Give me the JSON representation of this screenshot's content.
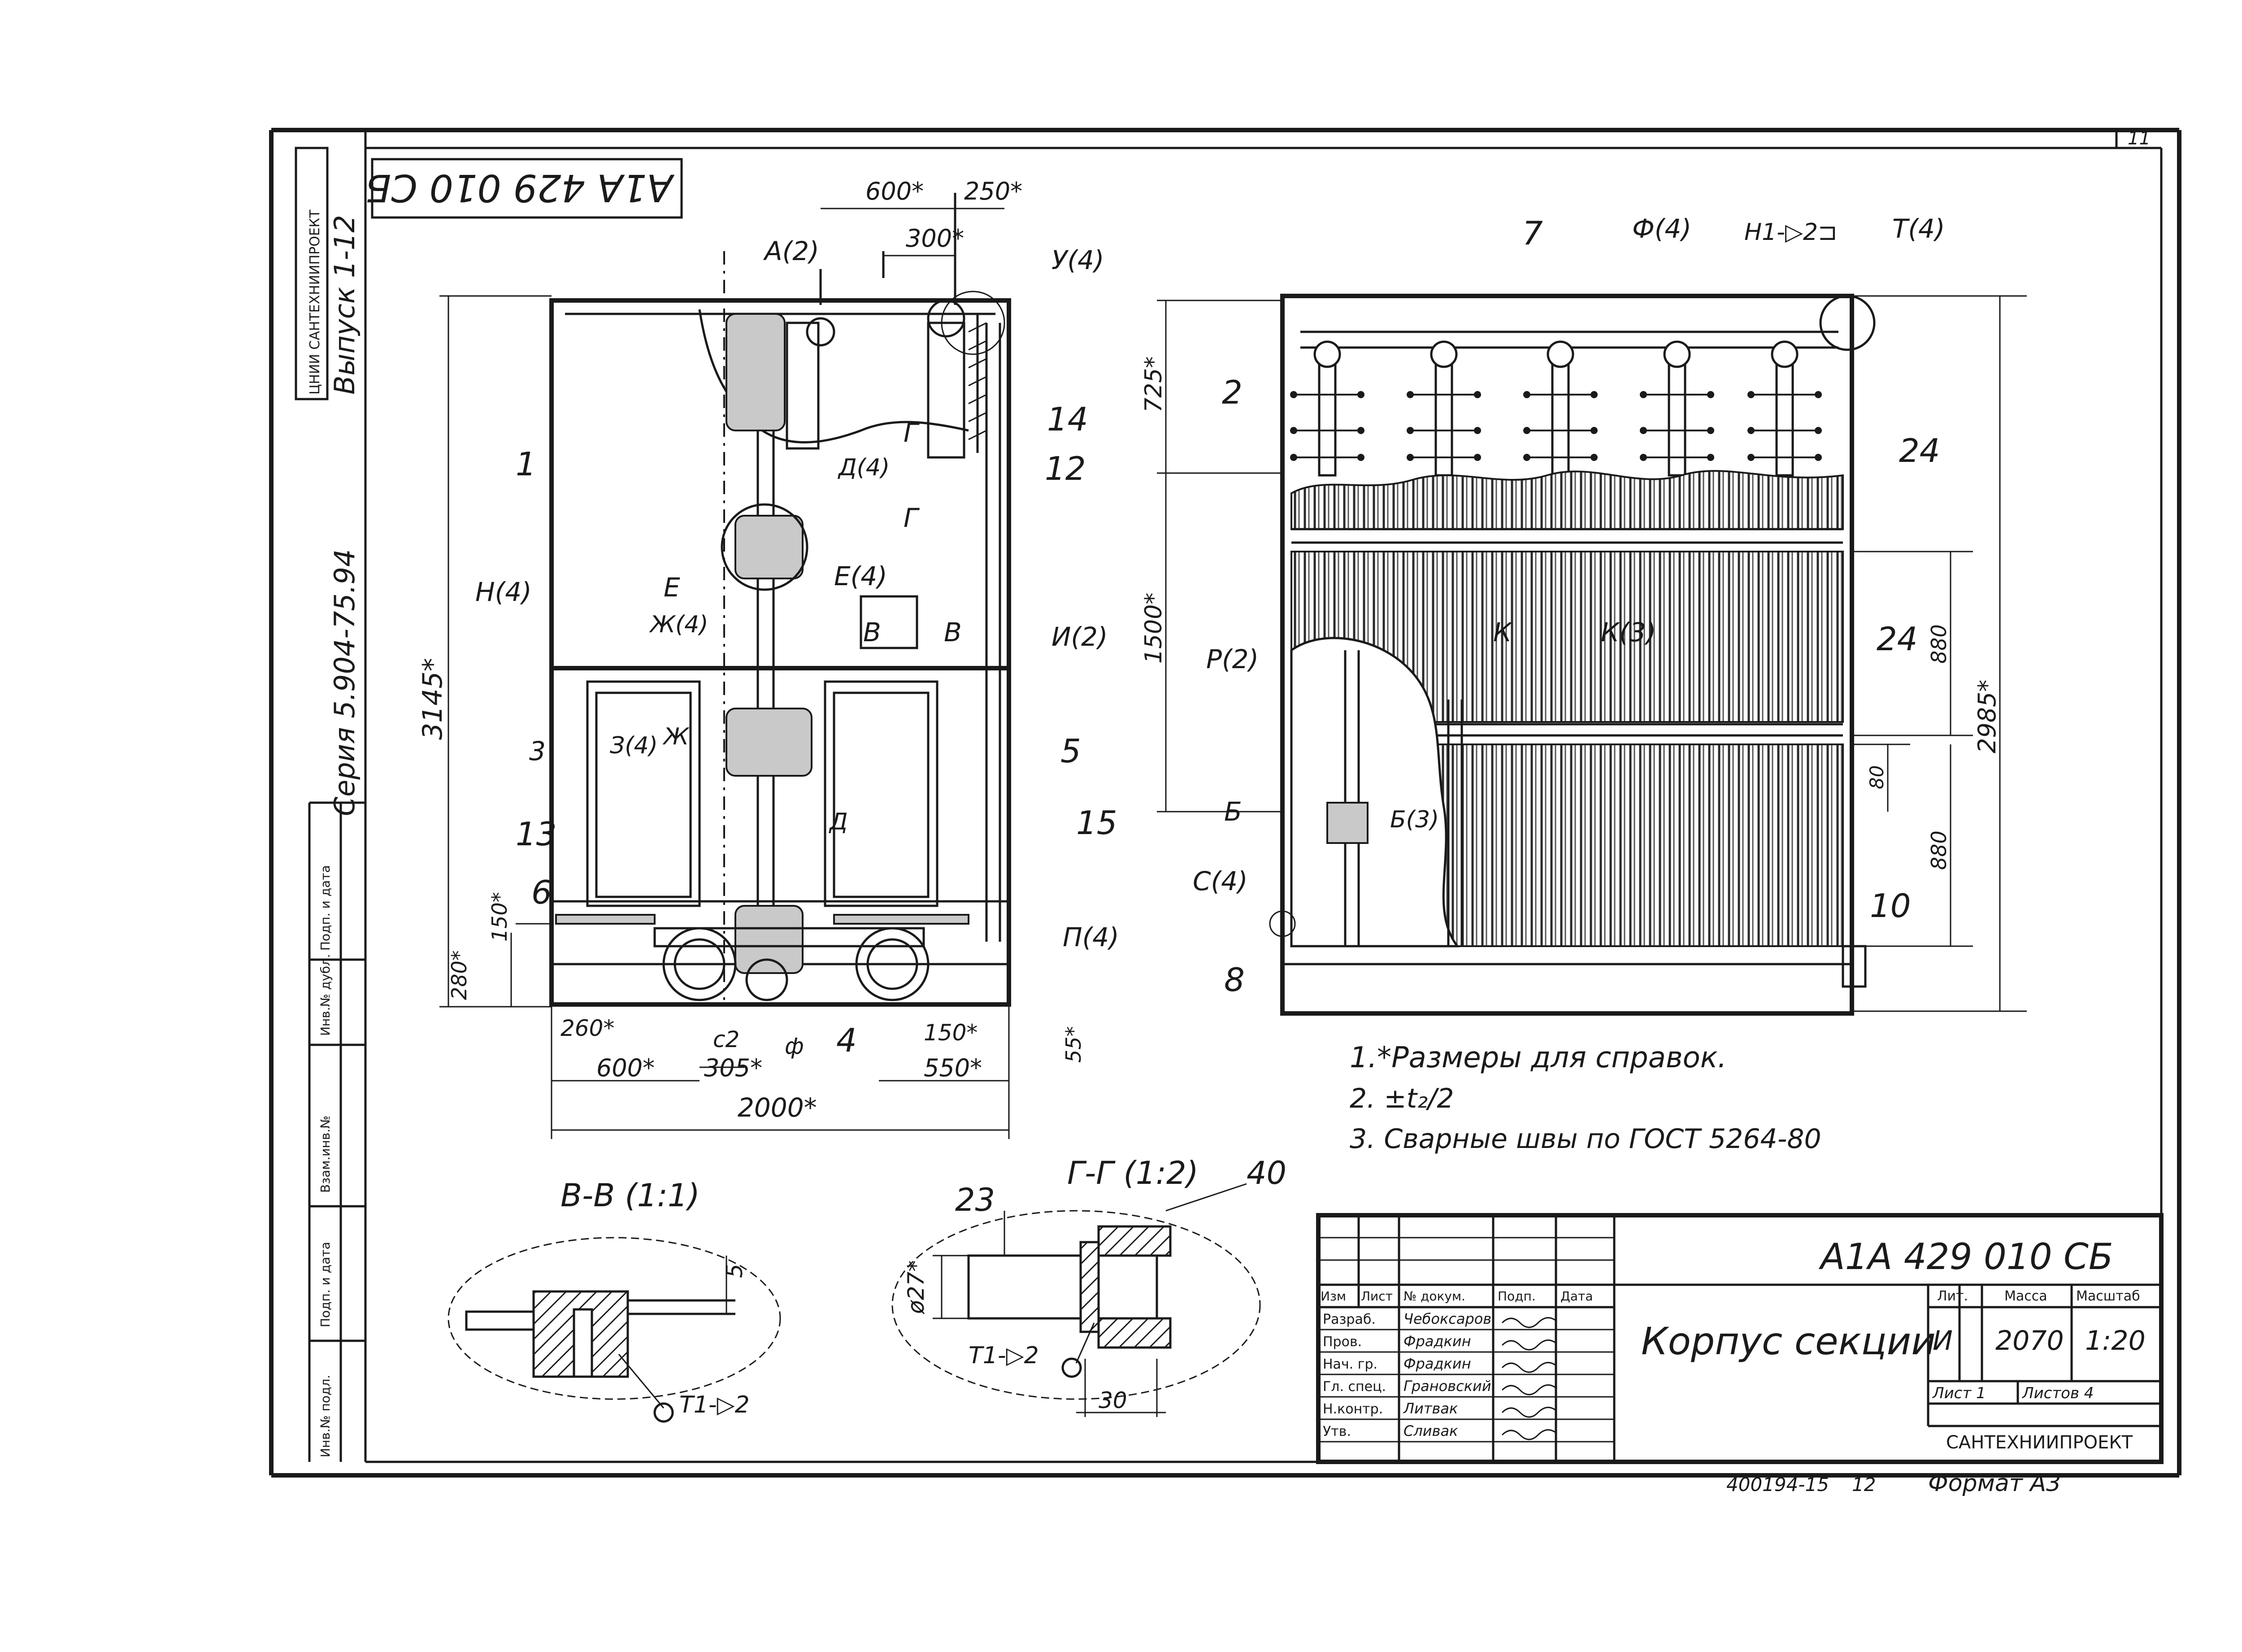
{
  "sheet_number": "11",
  "drawing_code_rotated": "А1А 429 010 СБ",
  "side_strip": {
    "org_rotated": "ЦНИИ САНТЕХНИИПРОЕКТ",
    "series_rotated": "Серия 5.904-75.94",
    "issue_rotated": "Выпуск 1-12",
    "fields": [
      "Инв.№ подл.",
      "Подп. и дата",
      "Взам.инв.№",
      "Инв.№ дубл.",
      "Подп. и дата"
    ]
  },
  "front_view": {
    "labels": {
      "A": "А(2)",
      "U": "У(4)",
      "G": "Г",
      "G2": "Г",
      "D": "Д(4)",
      "D2": "Д",
      "E1": "Е",
      "E2": "Е(4)",
      "N": "Н(4)",
      "Zh": "Ж(4)",
      "Zh2": "Ж",
      "Z": "З(4)",
      "Z2": "3",
      "V1": "В",
      "V2": "В",
      "I": "И(2)",
      "P": "П(4)"
    },
    "parts": {
      "p1": "1",
      "p14": "14",
      "p12": "12",
      "p13": "13",
      "p6": "6",
      "p5": "5",
      "p15": "15",
      "p4": "4"
    },
    "dims": {
      "d600top": "600*",
      "d250top": "250*",
      "d300": "300*",
      "d3145": "3145*",
      "d280": "280*",
      "d150": "150*",
      "d260": "260*",
      "c2": "с2",
      "f": "ф",
      "d150b": "150*",
      "d55": "55*",
      "d600": "600*",
      "d305": "305*",
      "d550": "550*",
      "d2000": "2000*"
    }
  },
  "side_view": {
    "labels": {
      "F": "Ф(4)",
      "H1": "Н1-▷2⊐",
      "T": "Т(4)",
      "P": "Р(2)",
      "K1": "К",
      "K2": "К(3)",
      "B1": "Б",
      "B2": "Б(3)",
      "S": "С(4)"
    },
    "parts": {
      "p7": "7",
      "p2": "2",
      "p24a": "24",
      "p24b": "24",
      "p10": "10",
      "p8": "8"
    },
    "dims": {
      "d725": "725*",
      "d1500": "1500*",
      "d880a": "880",
      "d2985": "2985*",
      "d80": "80",
      "d880b": "880"
    }
  },
  "notes": [
    "1.*Размеры для справок.",
    "2. ±t₂/2",
    "3. Сварные швы по ГОСТ 5264-80"
  ],
  "section_vv": {
    "title": "В-В (1:1)",
    "dim5": "5",
    "weld": "Т1-▷2"
  },
  "section_gg": {
    "title": "Г-Г (1:2)",
    "p23": "23",
    "p40": "40",
    "dia": "ø27*",
    "weld": "Т1-▷2",
    "dim30": "30"
  },
  "title_block": {
    "code": "А1А 429 010 СБ",
    "name": "Корпус секции",
    "headers": [
      "Изм",
      "Лист",
      "№ докум.",
      "Подп.",
      "Дата"
    ],
    "rows": [
      {
        "role": "Разраб.",
        "name": "Чебоксаров"
      },
      {
        "role": "Пров.",
        "name": "Фрадкин"
      },
      {
        "role": "Нач. гр.",
        "name": "Фрадкин"
      },
      {
        "role": "Гл. спец.",
        "name": "Грановский"
      },
      {
        "role": "Н.контр.",
        "name": "Литвак"
      },
      {
        "role": "Утв.",
        "name": "Сливак"
      }
    ],
    "lit_label": "Лит.",
    "mass_label": "Масса",
    "scale_label": "Масштаб",
    "lit_value": "И",
    "mass_value": "2070",
    "scale_value": "1:20",
    "sheet_label": "Лист 1",
    "sheets_label": "Листов 4",
    "org": "САНТЕХНИИПРОЕКТ"
  },
  "footer": {
    "inv": "400194-15",
    "page": "12",
    "format": "Формат А3"
  }
}
